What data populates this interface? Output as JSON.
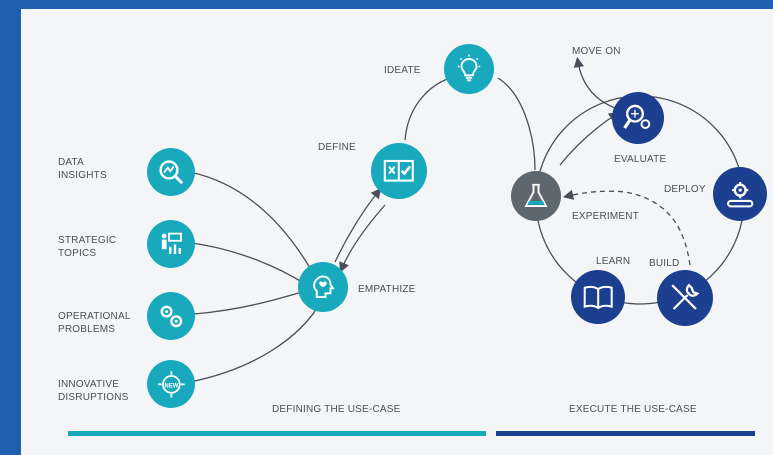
{
  "colors": {
    "teal": "#18a9bd",
    "navy": "#1d3f8f",
    "gray": "#5e6670",
    "frame": "#1f5fae",
    "panel": "#f3f5f7"
  },
  "left_labels": {
    "data_insights": "DATA\nINSIGHTS",
    "strategic_topics": "STRATEGIC\nTOPICS",
    "operational_problems": "OPERATIONAL\nPROBLEMS",
    "innovative_disruptions": "INNOVATIVE\nDISRUPTIONS"
  },
  "process_labels": {
    "empathize": "EMPATHIZE",
    "define": "DEFINE",
    "ideate": "IDEATE"
  },
  "cycle_labels": {
    "move_on": "MOVE ON",
    "evaluate": "EVALUATE",
    "deploy": "DEPLOY",
    "experiment": "EXPERIMENT",
    "learn": "LEARN",
    "build": "BUILD"
  },
  "icon_text": {
    "new": "NEW"
  },
  "sections": {
    "defining": "DEFINING THE USE-CASE",
    "execute": "EXECUTE THE USE-CASE"
  }
}
